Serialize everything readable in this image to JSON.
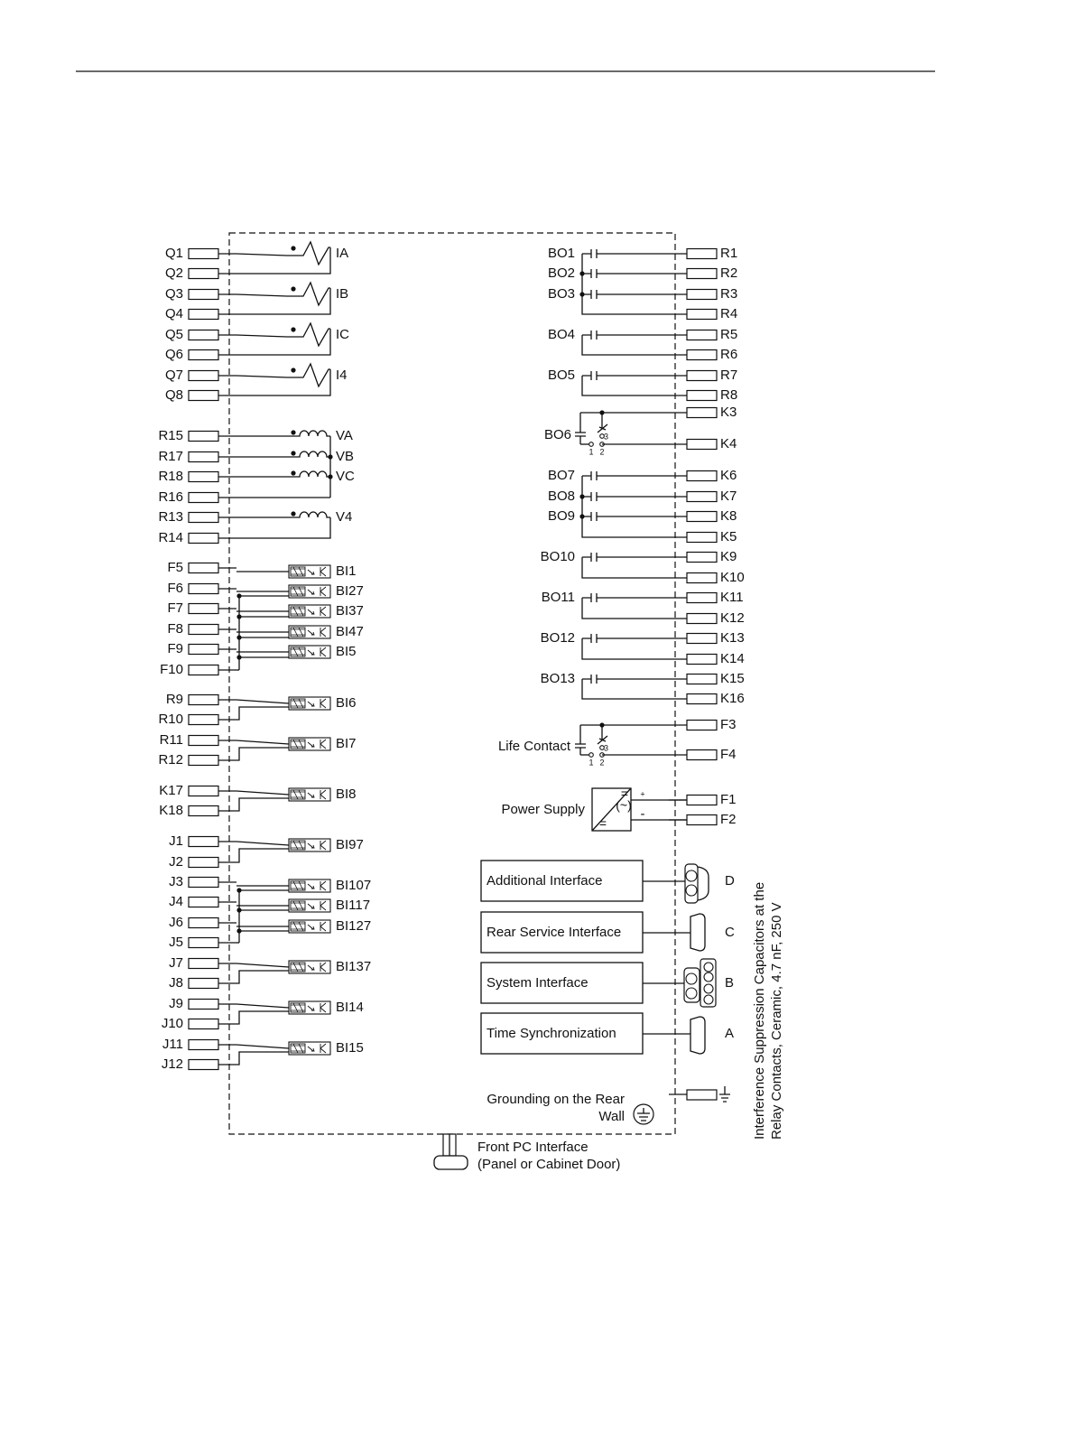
{
  "current_inputs": [
    {
      "label": "IA",
      "terminals": [
        "Q1",
        "Q2"
      ]
    },
    {
      "label": "IB",
      "terminals": [
        "Q3",
        "Q4"
      ]
    },
    {
      "label": "IC",
      "terminals": [
        "Q5",
        "Q6"
      ]
    },
    {
      "label": "I4",
      "terminals": [
        "Q7",
        "Q8"
      ]
    }
  ],
  "voltage_inputs": {
    "labels": [
      "VA",
      "VB",
      "VC",
      "V4"
    ],
    "terminals": [
      "R15",
      "R17",
      "R18",
      "R16",
      "R13",
      "R14"
    ]
  },
  "binary_inputs_group1": {
    "labels": [
      "BI1",
      "BI27",
      "BI37",
      "BI47",
      "BI5"
    ],
    "terminals": [
      "F5",
      "F6",
      "F7",
      "F8",
      "F9",
      "F10"
    ]
  },
  "binary_inputs_pairs1": [
    {
      "label": "BI6",
      "terminals": [
        "R9",
        "R10"
      ]
    },
    {
      "label": "BI7",
      "terminals": [
        "R11",
        "R12"
      ]
    },
    {
      "label": "BI8",
      "terminals": [
        "K17",
        "K18"
      ]
    },
    {
      "label": "BI97",
      "terminals": [
        "J1",
        "J2"
      ]
    }
  ],
  "binary_inputs_group2": {
    "labels": [
      "BI107",
      "BI117",
      "BI127"
    ],
    "terminals": [
      "J3",
      "J4",
      "J6",
      "J5"
    ]
  },
  "binary_inputs_pairs2": [
    {
      "label": "BI137",
      "terminals": [
        "J7",
        "J8"
      ]
    },
    {
      "label": "BI14",
      "terminals": [
        "J9",
        "J10"
      ]
    },
    {
      "label": "BI15",
      "terminals": [
        "J11",
        "J12"
      ]
    }
  ],
  "binary_outputs_group1": {
    "labels": [
      "BO1",
      "BO2",
      "BO3"
    ],
    "terminals": [
      "R1",
      "R2",
      "R3",
      "R4"
    ]
  },
  "binary_outputs_pairs1": [
    {
      "label": "BO4",
      "terminals": [
        "R5",
        "R6"
      ]
    },
    {
      "label": "BO5",
      "terminals": [
        "R7",
        "R8"
      ]
    }
  ],
  "bo6": {
    "label": "BO6",
    "terminals": [
      "K3",
      "K4"
    ],
    "pin1": "1",
    "pin2": "2",
    "pin3": "3"
  },
  "binary_outputs_group2": {
    "labels": [
      "BO7",
      "BO8",
      "BO9"
    ],
    "terminals": [
      "K6",
      "K7",
      "K8",
      "K5"
    ]
  },
  "binary_outputs_pairs2": [
    {
      "label": "BO10",
      "terminals": [
        "K9",
        "K10"
      ]
    },
    {
      "label": "BO11",
      "terminals": [
        "K11",
        "K12"
      ]
    },
    {
      "label": "BO12",
      "terminals": [
        "K13",
        "K14"
      ]
    },
    {
      "label": "BO13",
      "terminals": [
        "K15",
        "K16"
      ]
    }
  ],
  "life_contact": {
    "label": "Life Contact",
    "terminals": [
      "F3",
      "F4"
    ],
    "pin1": "1",
    "pin2": "2",
    "pin3": "3"
  },
  "power_supply": {
    "label": "Power Supply",
    "terminals": [
      "F1",
      "F2"
    ],
    "plus": "+",
    "minus": "-",
    "dc_symbol": "=",
    "ac_symbol": "(~)"
  },
  "interfaces": [
    {
      "label": "Additional Interface",
      "port": "D"
    },
    {
      "label": "Rear Service Interface",
      "port": "C"
    },
    {
      "label": "System Interface",
      "port": "B"
    },
    {
      "label": "Time Synchronization",
      "port": "A"
    }
  ],
  "grounding": {
    "line1": "Grounding on the Rear",
    "line2": "Wall"
  },
  "front_pc": {
    "line1": "Front PC Interface",
    "line2": "(Panel or Cabinet Door)"
  },
  "side_note": {
    "line1": "Interference Suppression Capacitors at the",
    "line2": "Relay Contacts, Ceramic, 4.7 nF, 250 V"
  }
}
